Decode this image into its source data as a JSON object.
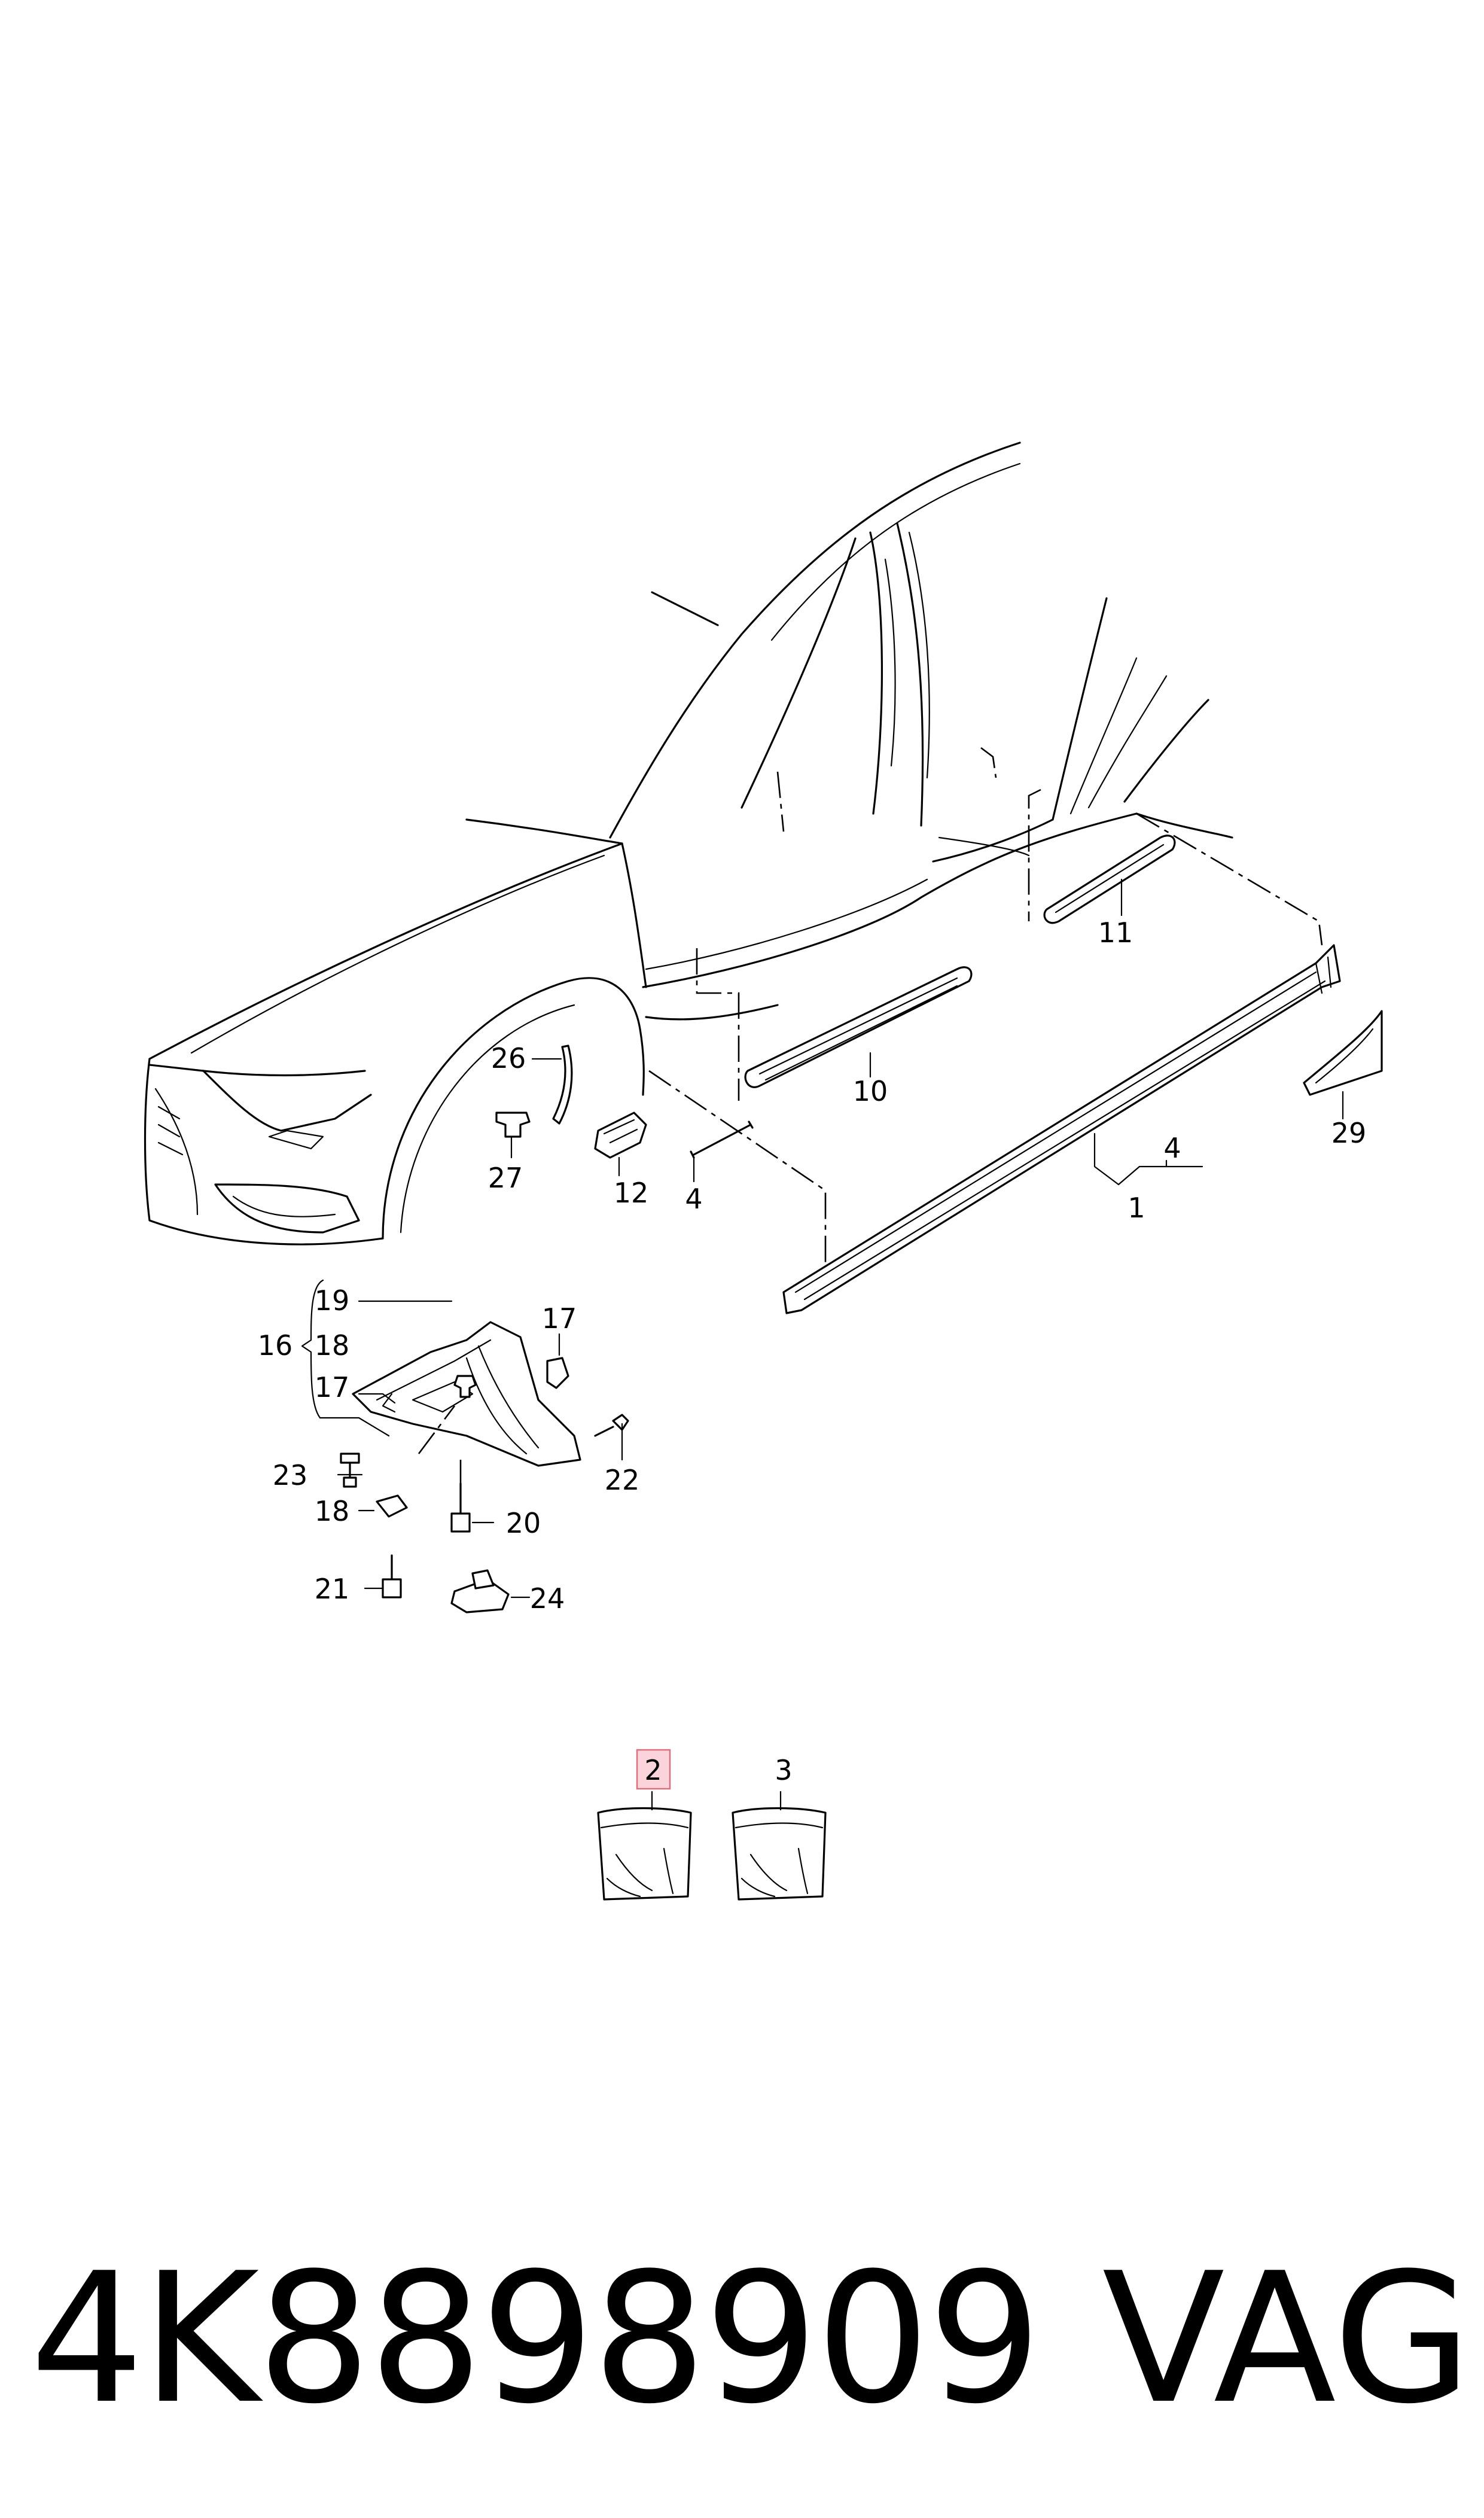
{
  "callouts": {
    "c1": "1",
    "c2": "2",
    "c3": "3",
    "c4a": "4",
    "c4b": "4",
    "c10": "10",
    "c11": "11",
    "c12": "12",
    "c16": "16",
    "c17a": "17",
    "c17b": "17",
    "c18a": "18",
    "c18b": "18",
    "c19": "19",
    "c20": "20",
    "c21": "21",
    "c22": "22",
    "c23": "23",
    "c24": "24",
    "c26": "26",
    "c27": "27",
    "c29": "29"
  },
  "highlighted_callout": "2",
  "highlight_color": "#fbd3da",
  "footer": {
    "part_number": "4K8898909",
    "brand": "VAG"
  }
}
